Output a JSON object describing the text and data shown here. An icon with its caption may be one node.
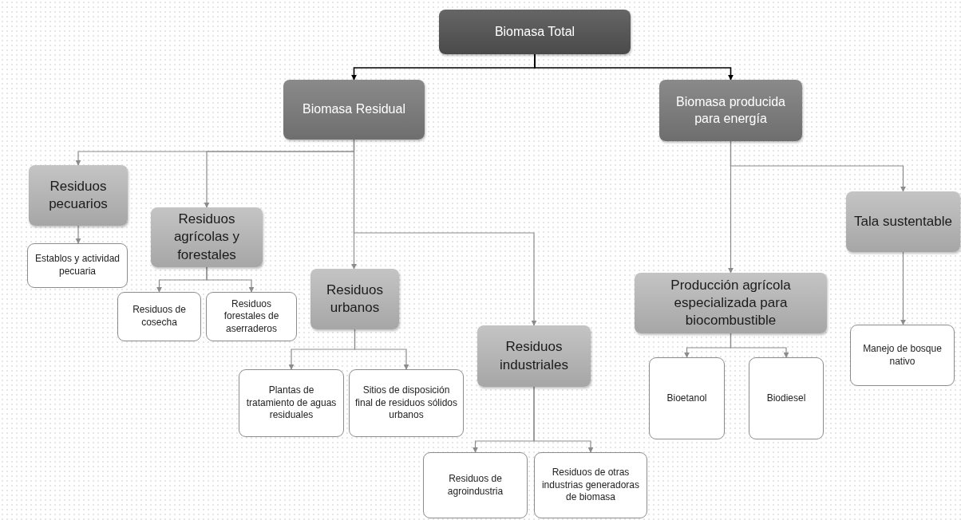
{
  "diagram": {
    "nodes": [
      {
        "text": [
          "Biomasa Total"
        ]
      },
      {
        "text": [
          "Biomasa Residual"
        ]
      },
      {
        "text": [
          "Biomasa producida para energía"
        ]
      },
      {
        "text": [
          "Residuos pecuarios"
        ]
      },
      {
        "text": [
          "Establos y actividad pecuaria"
        ]
      },
      {
        "text": [
          "Residuos agrícolas y forestales"
        ]
      },
      {
        "text": [
          "Residuos de cosecha"
        ]
      },
      {
        "text": [
          "Residuos forestales de aserraderos"
        ]
      },
      {
        "text": [
          "Residuos urbanos"
        ]
      },
      {
        "text": [
          "Plantas de tratamiento de aguas residuales"
        ]
      },
      {
        "text": [
          "Sitios de disposición final de residuos sólidos urbanos"
        ]
      },
      {
        "text": [
          "Residuos industriales"
        ]
      },
      {
        "text": [
          "Residuos de agroindustria"
        ]
      },
      {
        "text": [
          "Residuos de otras industrias generadoras de biomasa"
        ]
      },
      {
        "text": [
          "Producción agrícola especializada para biocombustible"
        ]
      },
      {
        "text": [
          "Bioetanol"
        ]
      },
      {
        "text": [
          "Biodiesel"
        ]
      },
      {
        "text": [
          "Tala sustentable"
        ]
      },
      {
        "text": [
          "Manejo de bosque nativo"
        ]
      }
    ],
    "edges": [
      {
        "from": 0,
        "to": 1,
        "arrow": "to",
        "color": "#000000"
      },
      {
        "from": 0,
        "to": 2,
        "arrow": "to",
        "color": "#000000"
      },
      {
        "from": 1,
        "to": 3,
        "arrow": "to"
      },
      {
        "from": 1,
        "to": 5,
        "arrow": "to"
      },
      {
        "from": 1,
        "to": 8,
        "arrow": "to"
      },
      {
        "from": 1,
        "to": 11,
        "arrow": "to"
      },
      {
        "from": 3,
        "to": 4,
        "arrow": "to"
      },
      {
        "from": 5,
        "to": 6,
        "arrow": "to"
      },
      {
        "from": 5,
        "to": 7,
        "arrow": "to"
      },
      {
        "from": 8,
        "to": 9,
        "arrow": "to"
      },
      {
        "from": 8,
        "to": 10,
        "arrow": "to"
      },
      {
        "from": 11,
        "to": 12,
        "arrow": "to"
      },
      {
        "from": 11,
        "to": 13,
        "arrow": "to"
      },
      {
        "from": 2,
        "to": 14,
        "arrow": "to"
      },
      {
        "from": 2,
        "to": 17,
        "arrow": "to"
      },
      {
        "from": 14,
        "to": 15,
        "arrow": "to"
      },
      {
        "from": 14,
        "to": 16,
        "arrow": "to"
      },
      {
        "from": 17,
        "to": 18,
        "arrow": "to"
      }
    ]
  }
}
